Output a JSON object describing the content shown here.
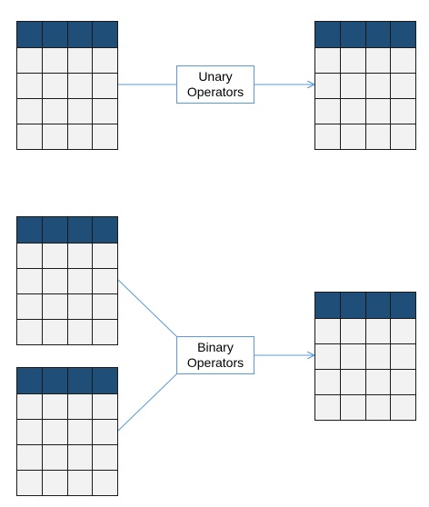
{
  "colors": {
    "header_fill": "#1f4e79",
    "cell_fill": "#f2f2f2",
    "grid_line": "#1a1a1a",
    "connector": "#5b9bd5"
  },
  "grid": {
    "rows": 5,
    "cols": 4,
    "header_rows": 1
  },
  "unary": {
    "label_line1": "Unary",
    "label_line2": "Operators"
  },
  "binary": {
    "label_line1": "Binary",
    "label_line2": "Operators"
  }
}
